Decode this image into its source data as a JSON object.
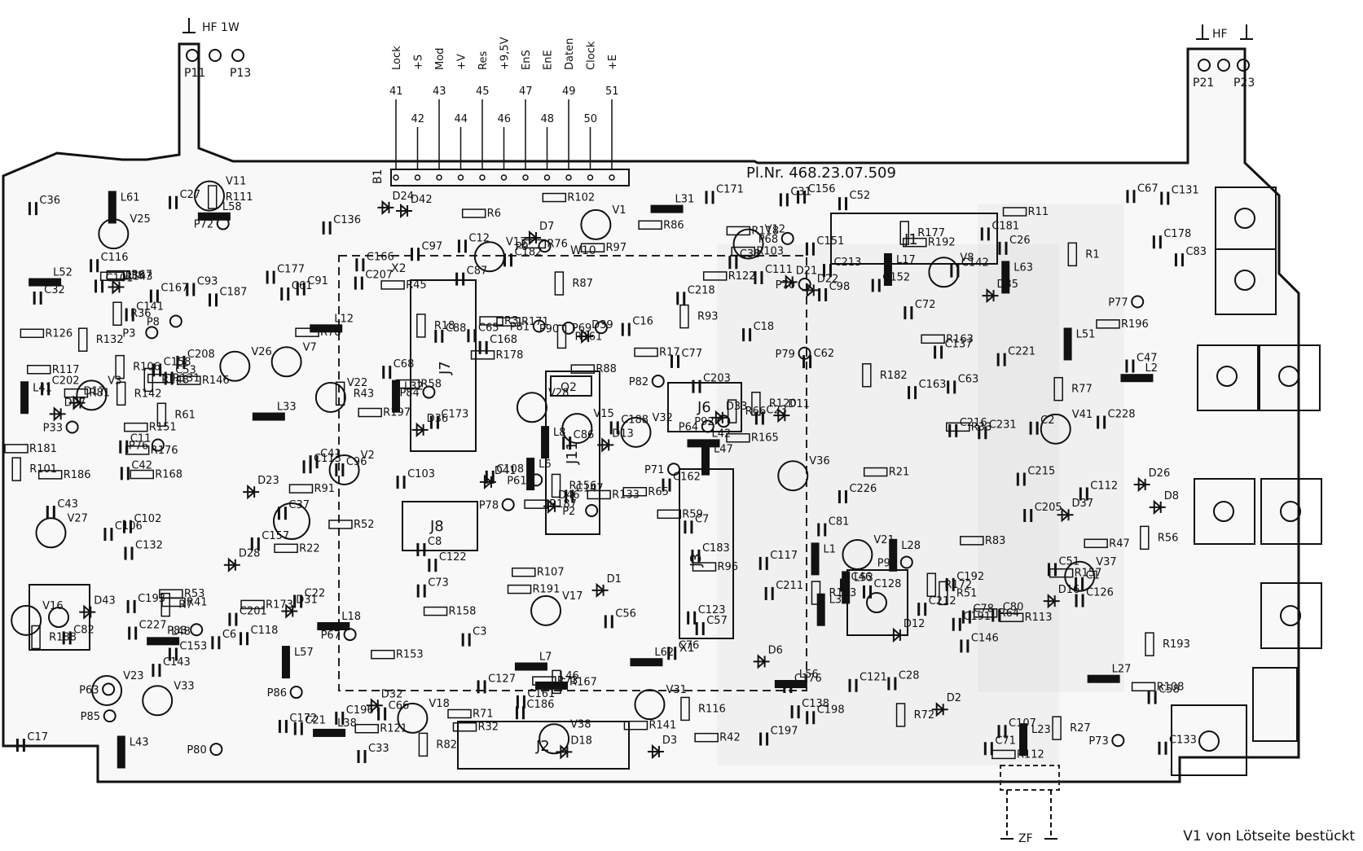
{
  "board": {
    "part_number": "Pl.Nr. 468.23.07.509",
    "note": "V1 von Lötseite bestückt"
  },
  "connectors": {
    "hf_left": {
      "label": "HF 1W",
      "pins": [
        "P11",
        "P13"
      ]
    },
    "hf_right": {
      "label": "HF",
      "pins": [
        "P21",
        "P23"
      ]
    },
    "zf": {
      "label": "ZF"
    },
    "bus": {
      "ref": "B1",
      "pins": [
        {
          "num": "41",
          "name": "Lock"
        },
        {
          "num": "42",
          "name": "+S"
        },
        {
          "num": "43",
          "name": "Mod"
        },
        {
          "num": "44",
          "name": "+V"
        },
        {
          "num": "45",
          "name": "Res"
        },
        {
          "num": "46",
          "name": "+9,5V"
        },
        {
          "num": "47",
          "name": "EnS"
        },
        {
          "num": "48",
          "name": "EnE"
        },
        {
          "num": "49",
          "name": "Daten"
        },
        {
          "num": "50",
          "name": "Clock"
        },
        {
          "num": "51",
          "name": "+E"
        }
      ]
    }
  },
  "ics": [
    {
      "ref": "J1"
    },
    {
      "ref": "J2"
    },
    {
      "ref": "J3"
    },
    {
      "ref": "J6"
    },
    {
      "ref": "J7"
    },
    {
      "ref": "J8"
    },
    {
      "ref": "J11"
    },
    {
      "ref": "Q2"
    },
    {
      "ref": "X1"
    },
    {
      "ref": "X2"
    },
    {
      "ref": "W10"
    }
  ],
  "test_points": [
    "P2",
    "P3",
    "P61",
    "P63",
    "P64",
    "P67",
    "P68",
    "P69",
    "P70",
    "P71",
    "P72",
    "P73",
    "P76",
    "P77",
    "P78",
    "P79",
    "P80",
    "P81",
    "P82",
    "P83",
    "P84",
    "P85",
    "P86",
    "P90",
    "P92",
    "P93",
    "P8",
    "P9",
    "P33"
  ],
  "coils": [
    "L1",
    "L2",
    "L6",
    "L7",
    "L8",
    "L12",
    "L17",
    "L18",
    "L23",
    "L27",
    "L28",
    "L31",
    "L32",
    "L33",
    "L37",
    "L38",
    "L41",
    "L42",
    "L43",
    "L46",
    "L47",
    "L48",
    "L51",
    "L52",
    "L53",
    "L56",
    "L57",
    "L58",
    "L61",
    "L62",
    "L63"
  ],
  "transistors": [
    "V1",
    "V2",
    "V3",
    "V7",
    "V8",
    "V11",
    "V12",
    "V13",
    "V15",
    "V16",
    "V17",
    "V18",
    "V21",
    "V22",
    "V23",
    "V25",
    "V26",
    "V27",
    "V28",
    "V31",
    "V32",
    "V33",
    "V36",
    "V37",
    "V38",
    "V41"
  ],
  "diodes": [
    "D1",
    "D2",
    "D3",
    "D6",
    "D7",
    "D8",
    "D11",
    "D12",
    "D13",
    "D16",
    "D17",
    "D18",
    "D21",
    "D22",
    "D23",
    "D24",
    "D26",
    "D27",
    "D28",
    "D31",
    "D32",
    "D33",
    "D35",
    "D36",
    "D37",
    "D38",
    "D39",
    "D41",
    "D42",
    "D43",
    "D46"
  ],
  "resistors": [
    "R1",
    "R3",
    "R6",
    "R7",
    "R11",
    "R17",
    "R18",
    "R21",
    "R22",
    "R27",
    "R32",
    "R33",
    "R36",
    "R41",
    "R42",
    "R43",
    "R45",
    "R47",
    "R51",
    "R52",
    "R53",
    "R56",
    "R58",
    "R59",
    "R61",
    "R64",
    "R65",
    "R66",
    "R67",
    "R71",
    "R72",
    "R73",
    "R76",
    "R77",
    "R78",
    "R81",
    "R82",
    "R83",
    "R86",
    "R87",
    "R88",
    "R91",
    "R93",
    "R96",
    "R97",
    "R101",
    "R102",
    "R103",
    "R106",
    "R107",
    "R108",
    "R111",
    "R112",
    "R113",
    "R116",
    "R117",
    "R118",
    "R120",
    "R121",
    "R122",
    "R123",
    "R126",
    "R131",
    "R132",
    "R133",
    "R141",
    "R142",
    "R143",
    "R146",
    "R148",
    "R151",
    "R153",
    "R156",
    "R157",
    "R158",
    "R161",
    "R163",
    "R165",
    "R167",
    "R168",
    "R171",
    "R172",
    "R173",
    "R176",
    "R177",
    "R178",
    "R181",
    "R182",
    "R186",
    "R187",
    "R188",
    "R191",
    "R192",
    "R193",
    "R196",
    "R197"
  ],
  "capacitors": [
    "C1",
    "C2",
    "C3",
    "C6",
    "C7",
    "C8",
    "C11",
    "C12",
    "C16",
    "C17",
    "C18",
    "C21",
    "C22",
    "C23",
    "C26",
    "C27",
    "C28",
    "C31",
    "C32",
    "C33",
    "C36",
    "C37",
    "C38",
    "C41",
    "C42",
    "C43",
    "C46",
    "C47",
    "C51",
    "C52",
    "C53",
    "C56",
    "C57",
    "C58",
    "C61",
    "C62",
    "C63",
    "C65",
    "C66",
    "C67",
    "C68",
    "C71",
    "C72",
    "C73",
    "C76",
    "C77",
    "C78",
    "C80",
    "C81",
    "C82",
    "C83",
    "C86",
    "C87",
    "C88",
    "C91",
    "C93",
    "C96",
    "C97",
    "C98",
    "C101",
    "C102",
    "C103",
    "C106",
    "C107",
    "C108",
    "C111",
    "C112",
    "C113",
    "C116",
    "C117",
    "C118",
    "C121",
    "C122",
    "C123",
    "C126",
    "C127",
    "C128",
    "C131",
    "C132",
    "C133",
    "C136",
    "C137",
    "C138",
    "C141",
    "C142",
    "C143",
    "C146",
    "C147",
    "C151",
    "C152",
    "C153",
    "C156",
    "C157",
    "C158",
    "C161",
    "C162",
    "C163",
    "C166",
    "C167",
    "C168",
    "C171",
    "C172",
    "C173",
    "C176",
    "C177",
    "C178",
    "C181",
    "C182",
    "C183",
    "C186",
    "C187",
    "C188",
    "C191",
    "C192",
    "C193",
    "C196",
    "C197",
    "C198",
    "C201",
    "C202",
    "C203",
    "C205",
    "C207",
    "C208",
    "C211",
    "C212",
    "C213",
    "C215",
    "C216",
    "C218",
    "C221",
    "C226",
    "C227",
    "C228",
    "C231"
  ]
}
